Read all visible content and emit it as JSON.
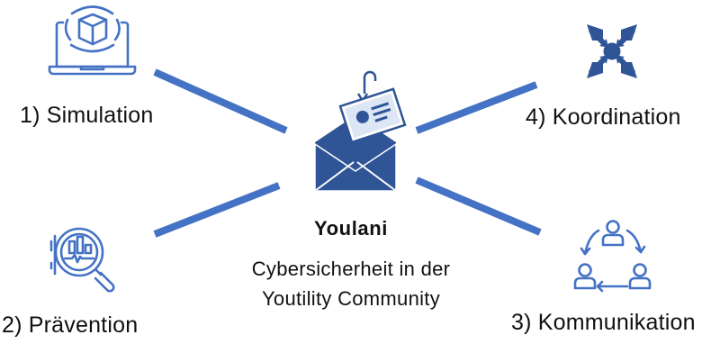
{
  "center": {
    "title": "Youlani",
    "subtitle_line1": "Cybersicherheit in der",
    "subtitle_line2": "Youtility Community"
  },
  "nodes": [
    {
      "label": "1) Simulation",
      "icon": "laptop-cube-icon"
    },
    {
      "label": "2) Prävention",
      "icon": "magnifier-chart-icon"
    },
    {
      "label": "3) Kommunikation",
      "icon": "people-cycle-icon"
    },
    {
      "label": "4) Koordination",
      "icon": "arrows-converge-icon"
    }
  ],
  "colors": {
    "accent": "#4472C4",
    "icon_dark": "#2F5597",
    "text": "#111111"
  }
}
